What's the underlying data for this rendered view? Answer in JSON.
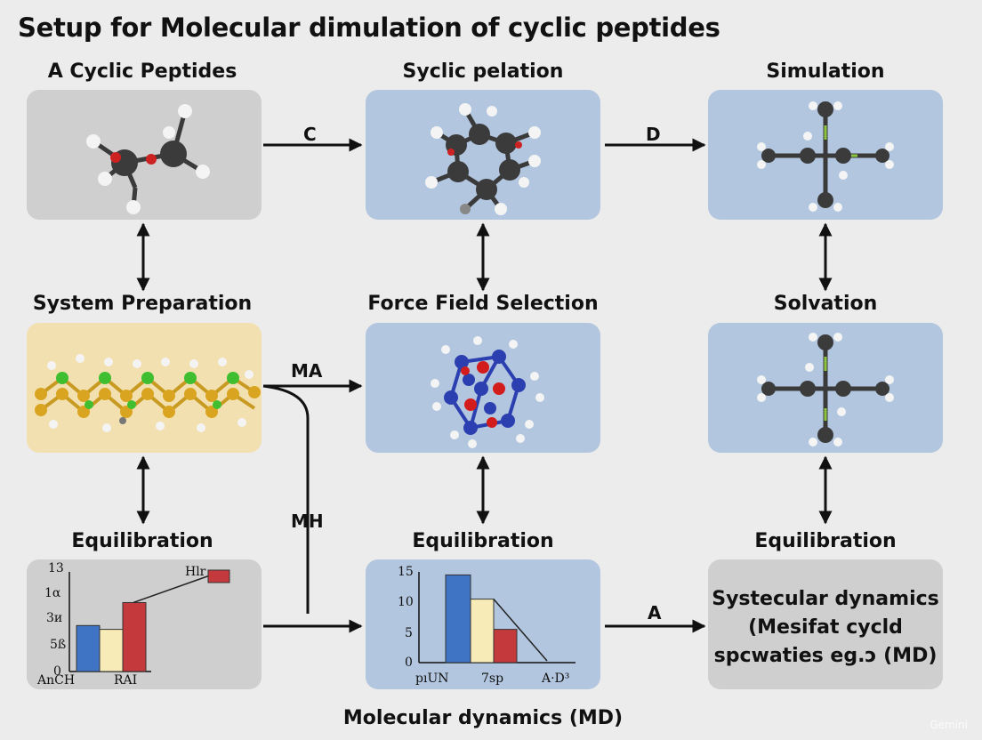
{
  "title": "Setup for  Molecular  dimulation of cyclic peptides",
  "nodes": {
    "cyclic_peptides": {
      "label": "A Cyclic Peptides"
    },
    "syclic_pelation": {
      "label": "Syclic pelation"
    },
    "simulation": {
      "label": "Simulation"
    },
    "system_preparation": {
      "label": "System Preparation"
    },
    "force_field_selection": {
      "label": "Force Field Selection"
    },
    "solvation": {
      "label": "Solvation"
    },
    "equilibration_left": {
      "label": "Equilibration"
    },
    "equilibration_mid": {
      "label": "Equilibration"
    },
    "equilibration_right": {
      "label": "Equilibration"
    }
  },
  "arrow_labels": {
    "c": "C",
    "d": "D",
    "ma": "MA",
    "mh": "MH",
    "a": "A"
  },
  "md_box": {
    "lines": [
      "Systecular dynamics",
      "(Mesifat cycld",
      "spcwaties eg.ɔ (MD)"
    ]
  },
  "caption": "Molecular dynamics (MD)",
  "watermark": "Gemini",
  "colors": {
    "panel_grey": "#cfcfcf",
    "panel_blue": "#b3c6df",
    "panel_yellow": "#f2e0b0",
    "bar_blue": "#3f74c4",
    "bar_cream": "#f7ecb8",
    "bar_red": "#c4393b"
  },
  "chart_data": [
    {
      "type": "bar",
      "y_ticks": [
        "13",
        "1α",
        "3и",
        "5ß",
        "0"
      ],
      "x_tick_labels": [
        "AnCH",
        "RAI"
      ],
      "annotation": "Hlr",
      "values": [
        6,
        5.5,
        9,
        13
      ],
      "ylim": [
        0,
        13
      ]
    },
    {
      "type": "bar",
      "y_ticks": [
        "15",
        "10",
        "5",
        "0"
      ],
      "x_tick_labels": [
        "pıUN",
        "7ѕp",
        "A·D³"
      ],
      "values": [
        14.5,
        10.5,
        5.5
      ],
      "ylim": [
        0,
        15
      ]
    }
  ]
}
